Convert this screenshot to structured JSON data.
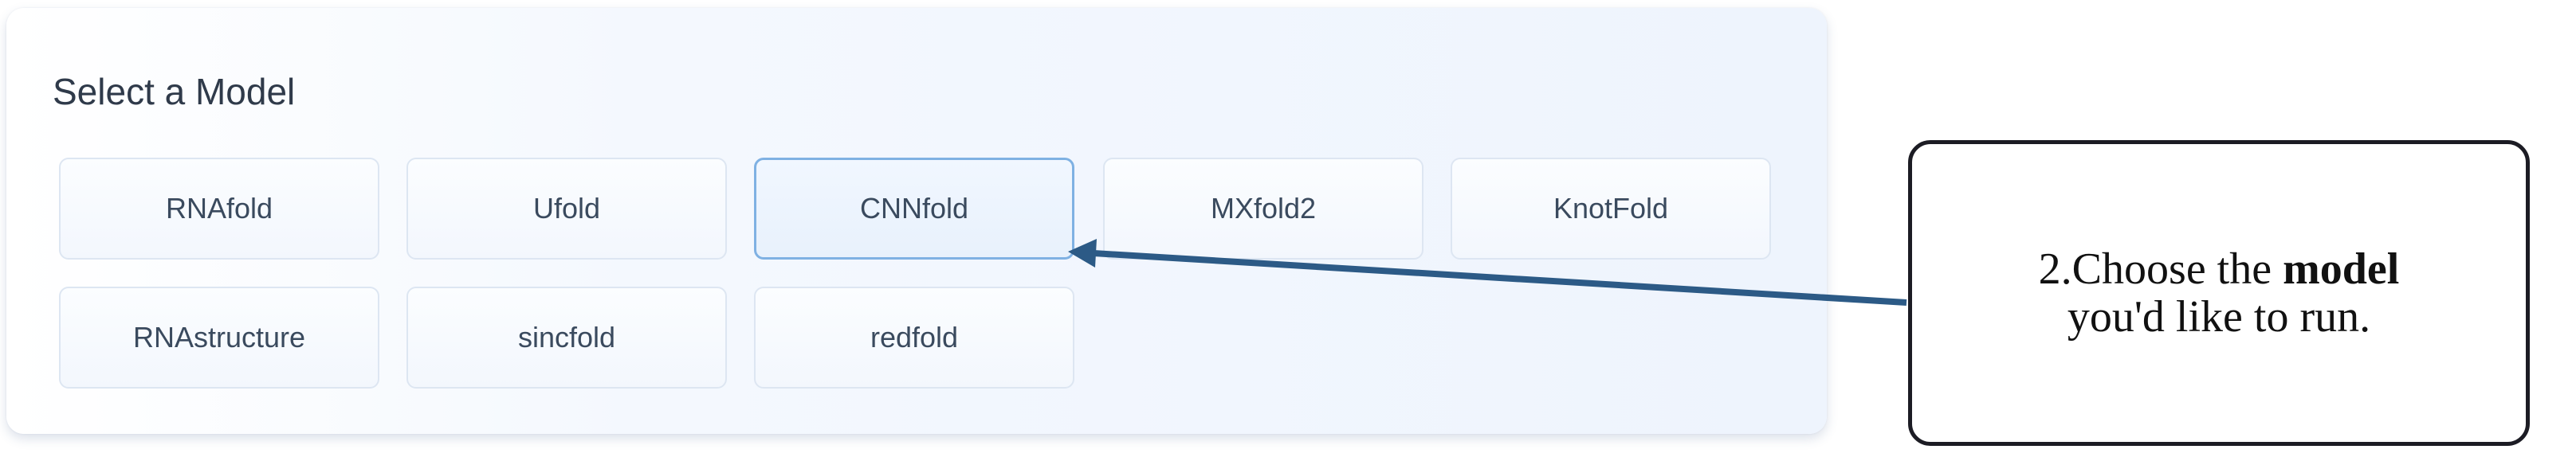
{
  "panel": {
    "title": "Select a Model",
    "models": [
      {
        "label": "RNAfold",
        "selected": false
      },
      {
        "label": "Ufold",
        "selected": false
      },
      {
        "label": "CNNfold",
        "selected": true
      },
      {
        "label": "MXfold2",
        "selected": false
      },
      {
        "label": "KnotFold",
        "selected": false
      },
      {
        "label": "RNAstructure",
        "selected": false
      },
      {
        "label": "sincfold",
        "selected": false
      },
      {
        "label": "redfold",
        "selected": false
      }
    ]
  },
  "callout": {
    "prefix": "2.Choose the ",
    "bold": "model",
    "line2": "you'd like to run."
  },
  "colors": {
    "arrow": "#2c5a86",
    "selected_border": "#7fb1e3",
    "button_border": "#dde6f2"
  }
}
